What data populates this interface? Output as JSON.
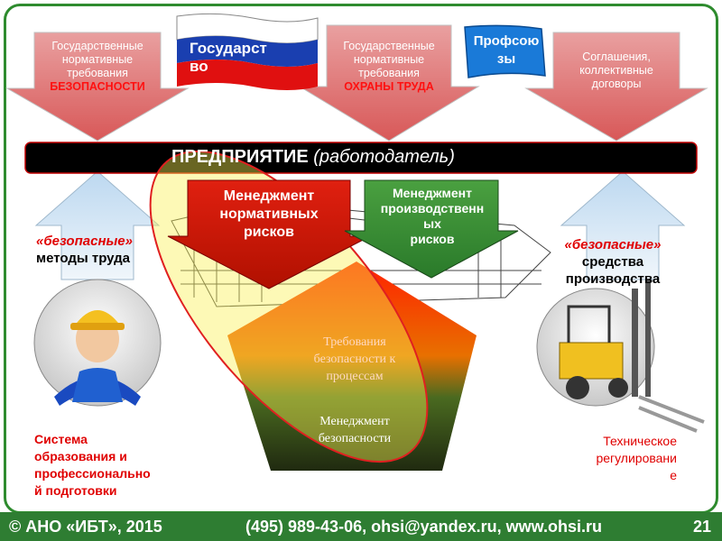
{
  "top_arrows": [
    {
      "lines": [
        "Государственные",
        "нормативные",
        "требования"
      ],
      "emphasis": "БЕЗОПАСНОСТИ"
    },
    {
      "lines": [
        "Государственные",
        "нормативные",
        "требования"
      ],
      "emphasis": "ОХРАНЫ ТРУДА"
    },
    {
      "lines": [
        "Соглашения,",
        "коллективные",
        "договоры"
      ],
      "emphasis": ""
    }
  ],
  "flag_label": [
    "Государст",
    "во"
  ],
  "union_label": [
    "Профсою",
    "зы"
  ],
  "enterprise_bar": {
    "main": "ПРЕДПРИЯТИЕ",
    "sub": "(работодатель)"
  },
  "left_safe": {
    "quoted": "«безопасные»",
    "rest": "методы труда"
  },
  "right_safe": {
    "quoted": "«безопасные»",
    "rest": [
      "средства",
      "производства"
    ]
  },
  "box_red": [
    "Менеджмент",
    "нормативных",
    "рисков"
  ],
  "box_green": [
    "Менеджмент",
    "производственн",
    "ых",
    "рисков"
  ],
  "pentagon_top": [
    "Требования",
    "безопасности к",
    "процессам"
  ],
  "pentagon_bottom": [
    "Менеджмент",
    "безопасности"
  ],
  "left_caption": [
    "Система",
    "образования и",
    "профессионально",
    "й подготовки"
  ],
  "right_caption": [
    "Техническое",
    "регулировани",
    "е"
  ],
  "footer": {
    "org": "© АНО «ИБТ», 2015",
    "contact": "(495) 989-43-06, ohsi@yandex.ru, www.ohsi.ru",
    "page": "21"
  },
  "colors": {
    "frame": "#2e8b2e",
    "accent_red": "#e00000",
    "arrow_top": "#e07a7a",
    "arrow_bottom": "#c8e0f0",
    "footer": "#2e7d32",
    "bar": "#000000"
  }
}
